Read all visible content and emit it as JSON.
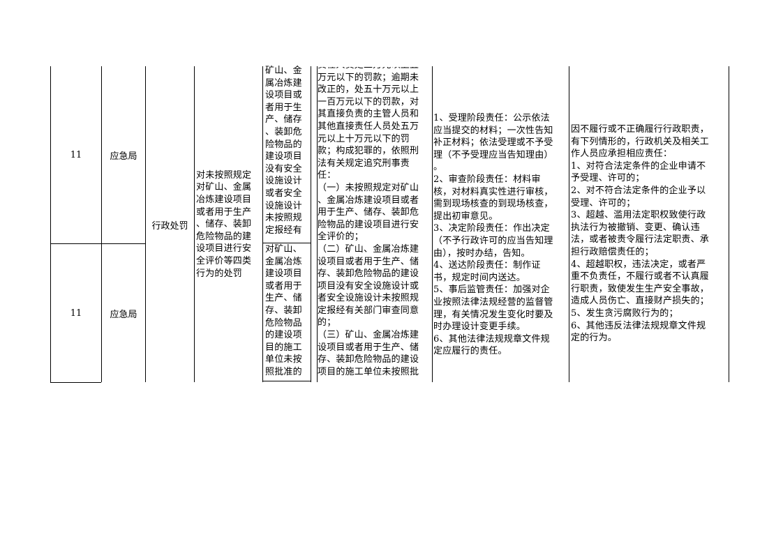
{
  "rows": [
    {
      "index": "11",
      "department": "应急局"
    },
    {
      "index": "11",
      "department": "应急局"
    }
  ],
  "category": "行政处罚",
  "item_name": "对未按照规定\n对矿山、金属\n冶炼建设项目\n或者用于生产\n、储存、装卸\n危险物品的建\n设项目进行安\n全评价等四类\n行为的处罚",
  "sub_items": [
    "矿山、金\n属冶炼建\n设项目或\n者用于生\n产、储存\n、装卸危\n险物品的\n建设项目\n没有安全\n设施设计\n或者安全\n设施设计\n未按照规\n定报经有",
    "对矿山、\n金属冶炼\n建设项目\n或者用于\n生产、储\n存、装卸\n危险物品\n的建设项\n目的施工\n单位未按\n照批准的"
  ],
  "basis_text": "责任人员处二万元以上五\n万元以下的罚款；逾期未\n改正的，处五十万元以上\n一百万元以下的罚款，对\n其直接负责的主管人员和\n其他直接责任人员处五万\n元以上十万元以下的罚\n款；构成犯罪的，依照刑\n法有关规定追究刑事责\n任：\n（一）未按照规定对矿山\n、金属冶炼建设项目或者\n用于生产、储存、装卸危\n险物品的建设项目进行安\n全评价的；\n（二）矿山、金属冶炼建\n设项目或者用于生产、储\n存、装卸危险物品的建设\n项目没有安全设施设计或\n者安全设施设计未按照规\n定报经有关部门审查同意\n的；\n（三）矿山、金属冶炼建\n设项目或者用于生产、储\n存、装卸危险物品的建设\n项目的施工单位未按照批",
  "responsibility_text": "1、受理阶段责任：公示依法\n应当提交的材料；一次性告知\n补正材料；依法受理或不予受\n理（不予受理应当告知理由）\n。\n2、审查阶段责任：材料审\n核，对材料真实性进行审核，\n需到现场核查的到现场核查，\n提出初审意见。\n3、决定阶段责任：作出决定\n（不予行政许可的应当告知理\n由），按时办结，告知。\n4、送达阶段责任：制作证\n书，规定时间内送达。\n5、事后监管责任：加强对企\n业按照法律法规经营的监督管\n理，有关情况发生变化时要及\n时办理设计变更手续。\n6、其他法律法规规章文件规\n定应履行的责任。",
  "accountability_text": "因不履行或不正确履行行政职责，\n有下列情形的，行政机关及相关工\n作人员应承担相应责任：\n1、对符合法定条件的企业申请不\n予受理、许可的；\n2、对不符合法定条件的企业予以\n受理、许可的；\n3、超越、滥用法定职权致使行政\n执法行为被撤销、变更、确认违\n法，或者被责令履行法定职责、承\n担行政赔偿责任的；\n4、超越职权，违法决定，或者严\n重不负责任，不履行或者不认真履\n行职责，致使发生生产安全事故，\n造成人员伤亡、直接财产损失的；\n5、发生贪污腐败行为的；\n6、其他违反法律法规规章文件规\n定的行为。"
}
